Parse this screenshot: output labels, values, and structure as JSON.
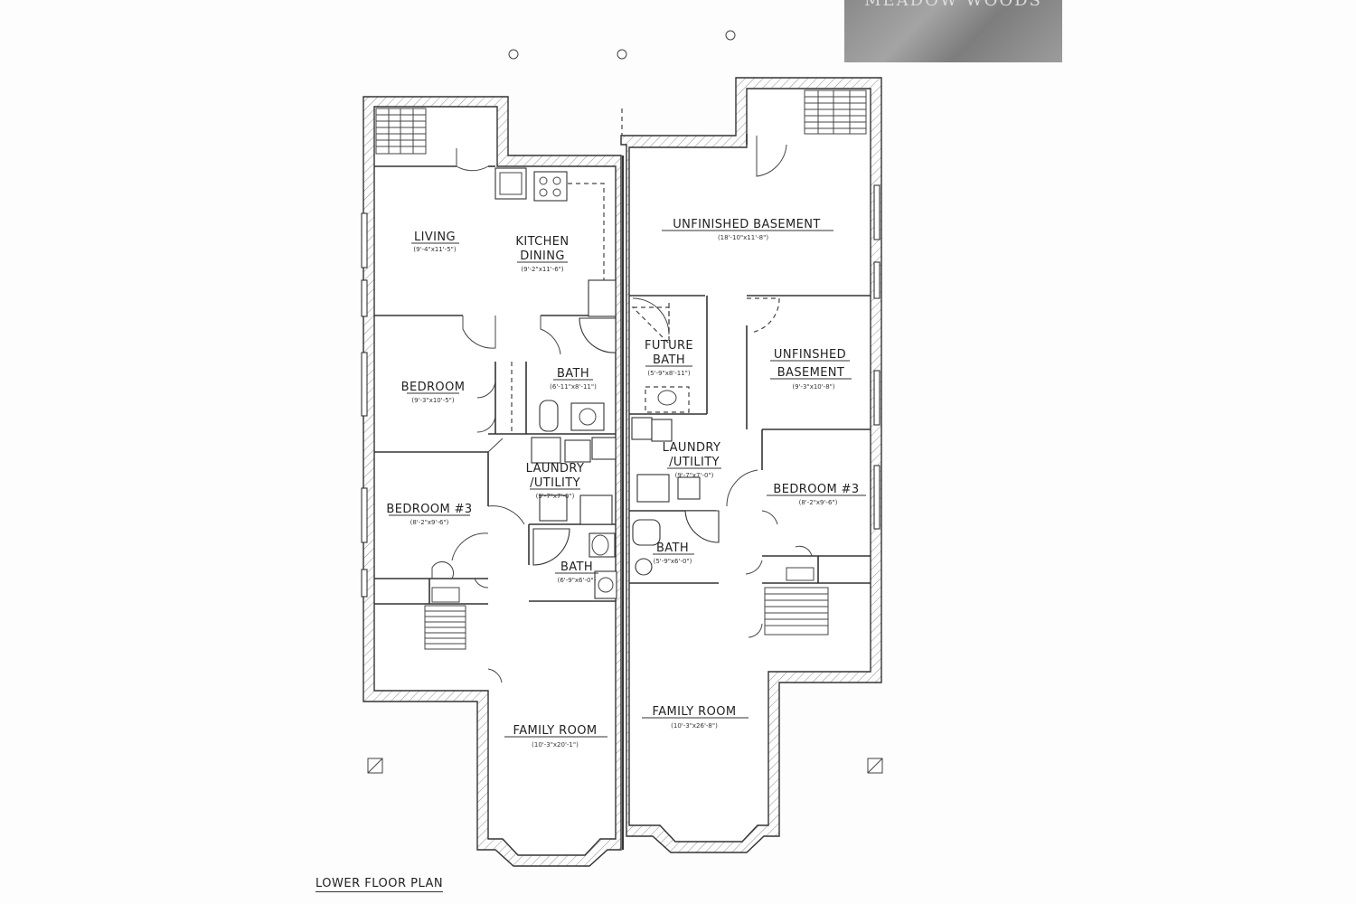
{
  "logo": {
    "text": "MEADOW WOODS"
  },
  "plan_title": "LOWER FLOOR PLAN",
  "rooms": {
    "living": {
      "name": "LIVING",
      "dims": "(9'-4\"x11'-5\")"
    },
    "kitchen": {
      "name_line1": "KITCHEN",
      "name_line2": "DINING",
      "dims": "(9'-2\"x11'-6\")"
    },
    "bedroom_left": {
      "name": "BEDROOM",
      "dims": "(9'-3\"x10'-5\")"
    },
    "bath_upper_left": {
      "name": "BATH",
      "dims": "(6'-11\"x8'-11\")"
    },
    "laundry_left": {
      "name_line1": "LAUNDRY",
      "name_line2": "/UTILITY",
      "dims": "(9'-7\"x7'-0\")"
    },
    "bedroom3_left": {
      "name": "BEDROOM #3",
      "dims": "(8'-2\"x9'-6\")"
    },
    "bath_lower_left": {
      "name": "BATH",
      "dims": "(6'-9\"x6'-0\")"
    },
    "family_left": {
      "name": "FAMILY ROOM",
      "dims": "(10'-3\"x20'-1\")"
    },
    "unfinished_basement_top": {
      "name": "UNFINISHED BASEMENT",
      "dims": "(18'-10\"x11'-8\")"
    },
    "future_bath": {
      "name_line1": "FUTURE",
      "name_line2": "BATH",
      "dims": "(5'-9\"x8'-11\")"
    },
    "unfinished_basement_right": {
      "name_line1": "UNFINSHED",
      "name_line2": "BASEMENT",
      "dims": "(9'-3\"x10'-8\")"
    },
    "laundry_right": {
      "name_line1": "LAUNDRY",
      "name_line2": "/UTILITY",
      "dims": "(9'-7\"x7'-0\")"
    },
    "bedroom3_right": {
      "name": "BEDROOM #3",
      "dims": "(8'-2\"x9'-6\")"
    },
    "bath_right": {
      "name": "BATH",
      "dims": "(5'-9\"x6'-0\")"
    },
    "family_right": {
      "name": "FAMILY ROOM",
      "dims": "(10'-3\"x26'-8\")"
    }
  }
}
